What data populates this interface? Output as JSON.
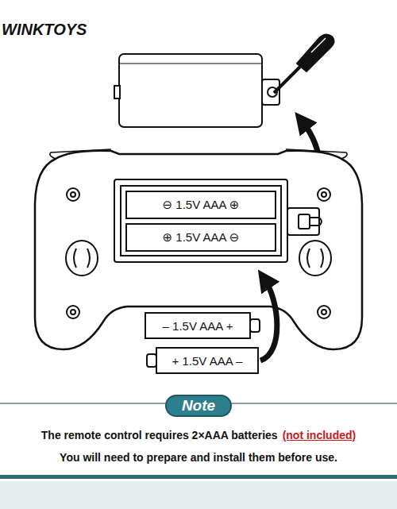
{
  "diagram": {
    "nodes": [
      {
        "text": [
          "⊖ 1.5V AAA ⊕"
        ]
      },
      {
        "text": [
          "⊕ 1.5V AAA ⊖"
        ]
      },
      {
        "text": [
          "– 1.5V AAA +"
        ]
      },
      {
        "text": [
          "+ 1.5V AAA –"
        ]
      },
      {
        "text": [
          "Note"
        ]
      }
    ],
    "edges": [
      {
        "from": 3,
        "to": 1,
        "arrow": "to"
      }
    ],
    "labels": [
      "WINKTOYS",
      "The remote control requires 2×AAA batteries",
      "(not included)",
      "You will need to prepare and install them before use."
    ]
  }
}
